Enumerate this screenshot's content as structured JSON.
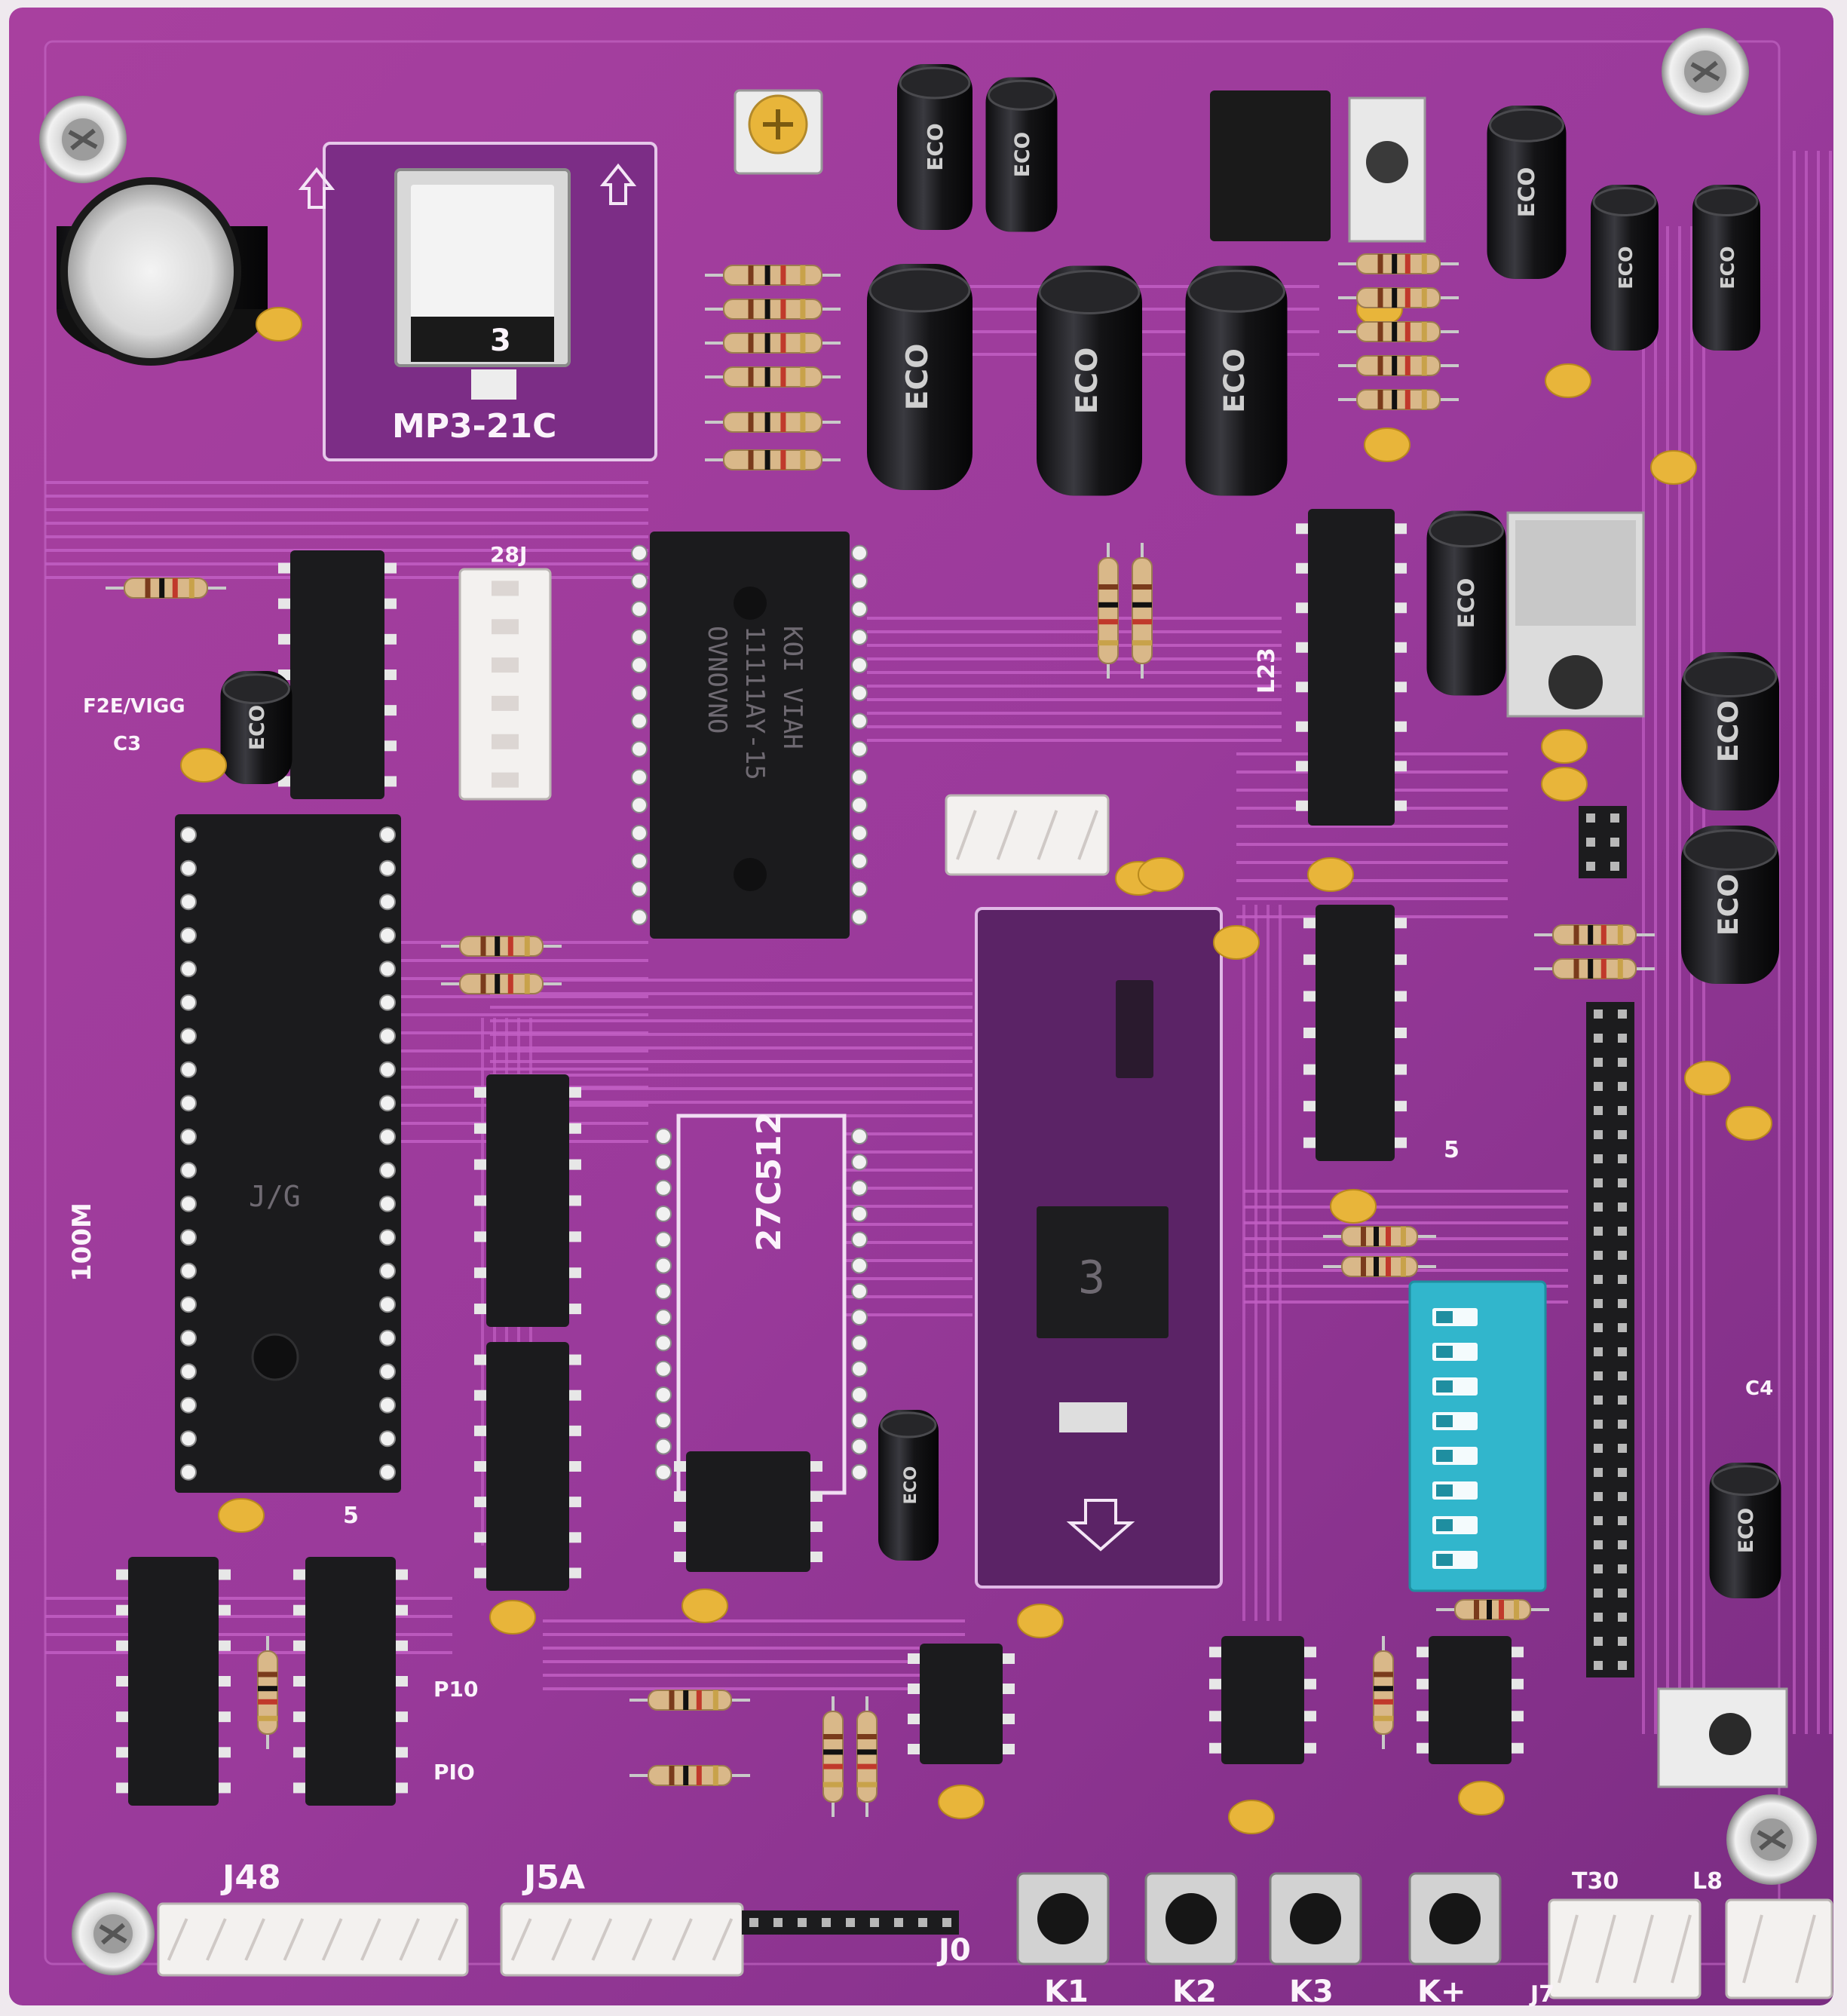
{
  "board": {
    "colors": {
      "pcb": "#9a3a9b",
      "pcb_dark": "#6e2475",
      "trace": "#c25fc4",
      "silkscreen": "#fbf3fb",
      "chip": "#1b1b1d",
      "dip_switch": "#31b6cc",
      "ceramic_cap": "#e8b53a",
      "resistor": "#d9b889",
      "connector": "#f3f1ef"
    },
    "labels": {
      "mp3_module": "MP3-21C",
      "eprom": "27C512",
      "main_mcu_mark": "J/G",
      "conn_j4": "J48",
      "conn_j5": "J5A",
      "conn_j0": "J0",
      "conn_j7": "J7",
      "conn_t": "T30",
      "conn_l": "L8",
      "btn_k1": "K1",
      "btn_k2": "K2",
      "btn_k3": "K3",
      "btn_k4": "K+",
      "cap_c3": "C3",
      "cap_c4": "C4",
      "silk_100m": "100M",
      "silk_p10a": "P10",
      "silk_p10b": "PIO",
      "silk_5a": "5",
      "silk_5b": "5",
      "silk_l23": "L23",
      "silk_f12": "F2E/VIGG",
      "silk_28j": "28J",
      "cap_brand": "ECO"
    },
    "icons": {
      "mount_holes": "screw-icon",
      "arrow_up": "arrow-up-icon",
      "arrow_down": "arrow-down-icon"
    }
  }
}
